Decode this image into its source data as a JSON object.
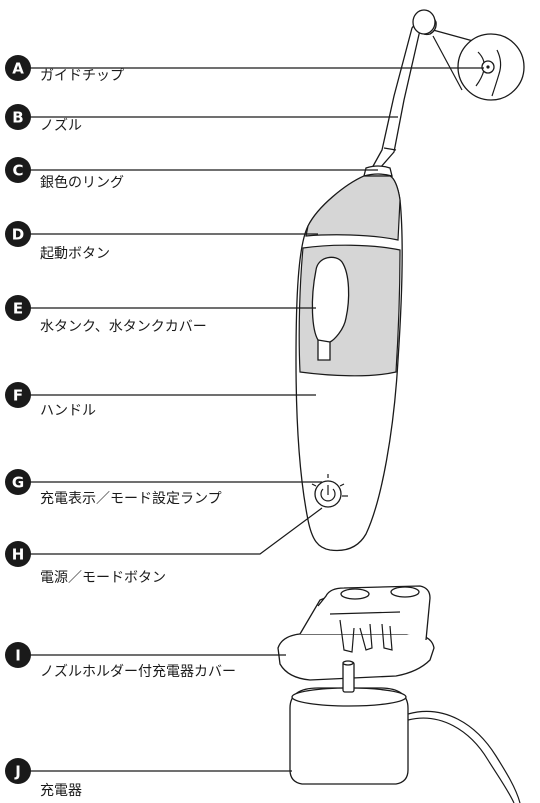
{
  "callouts": [
    {
      "letter": "A",
      "label": "ガイドチップ"
    },
    {
      "letter": "B",
      "label": "ノズル"
    },
    {
      "letter": "C",
      "label": "銀色のリング"
    },
    {
      "letter": "D",
      "label": "起動ボタン"
    },
    {
      "letter": "E",
      "label": "水タンク、水タンクカバー"
    },
    {
      "letter": "F",
      "label": "ハンドル"
    },
    {
      "letter": "G",
      "label": "充電表示／モード設定ランプ"
    },
    {
      "letter": "H",
      "label": "電源／モードボタン"
    },
    {
      "letter": "I",
      "label": "ノズルホルダー付充電器カバー"
    },
    {
      "letter": "J",
      "label": "充電器"
    }
  ],
  "colors": {
    "ink": "#1a1a1a",
    "shade": "#d6d6d6",
    "badge": "#1a1a1a"
  },
  "icons": {
    "power": "power-icon"
  }
}
